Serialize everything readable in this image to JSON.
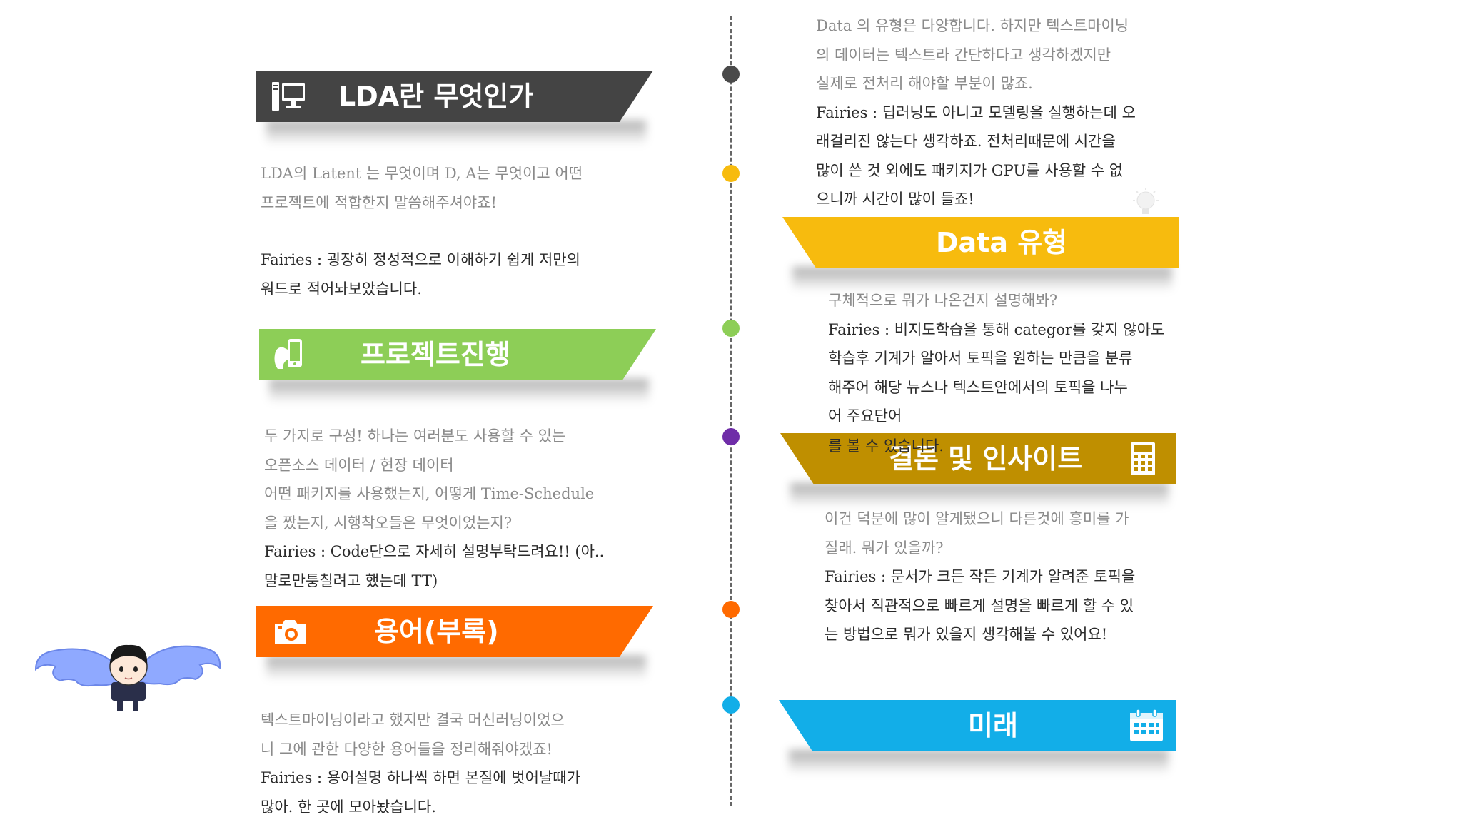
{
  "colors": {
    "dark": "#444444",
    "yellow": "#f7bb0e",
    "green": "#8dce57",
    "purple": "#6f2da8",
    "gold": "#bf8f00",
    "orange": "#ff6a00",
    "blue": "#12aee8"
  },
  "sections": {
    "lda": {
      "title": "LDA란 무엇인가",
      "icon": "desktop-computer-icon",
      "lines": [
        "LDA의 Latent 는 무엇이며 D, A는 무엇이고 어떤",
        "프로젝트에 적합한지 말씀해주셔야죠!",
        "Fairies : 굉장히 정성적으로 이해하기 쉽게 저만의",
        "워드로 적어놔보았습니다."
      ]
    },
    "project": {
      "title": "프로젝트진행",
      "icon": "hand-smartphone-icon",
      "lines": [
        "두 가지로 구성! 하나는 여러분도 사용할 수 있는",
        "오픈소스 데이터 / 현장 데이터",
        "어떤 패키지를 사용했는지, 어떻게 Time-Schedule",
        "을 짰는지, 시행착오들은 무엇이었는지?",
        "Fairies : Code단으로 자세히 설명부탁드려요!! (아..",
        "말로만퉁칠려고 했는데 TT)"
      ]
    },
    "terms": {
      "title": "용어(부록)",
      "icon": "camera-icon",
      "lines": [
        "텍스트마이닝이라고 했지만 결국 머신러닝이었으",
        "니 그에 관한 다양한 용어들을 정리해줘야겠죠!",
        "Fairies : 용어설명 하나씩 하면 본질에 벗어날때가",
        "많아. 한 곳에 모아놨습니다."
      ]
    },
    "data": {
      "title": "Data 유형",
      "icon": "lightbulb-icon",
      "lines": [
        "Data 의 유형은 다양합니다. 하지만 텍스트마이닝",
        "의 데이터는 텍스트라 간단하다고 생각하겠지만",
        "실제로 전처리 해야할 부분이 많죠.",
        "Fairies : 딥러닝도 아니고 모델링을 실행하는데 오",
        "래걸리진 않는다 생각하죠. 전처리때문에 시간을",
        "많이 쓴 것 외에도 패키지가 GPU를 사용할 수 없",
        "으니까 시간이 많이 들죠!"
      ]
    },
    "result": {
      "lines": [
        "구체적으로 뭐가 나온건지 설명해봐?",
        "Fairies : 비지도학습을 통해 categor를 갖지 않아도",
        "학습후 기계가 알아서 토픽을 원하는 만큼을 분류",
        "해주어 해당 뉴스나 텍스트안에서의 토픽을 나누",
        "어 주요단어",
        "를 볼 수 있습니다."
      ]
    },
    "insight": {
      "title": "결론 및 인사이트",
      "icon": "calculator-icon",
      "lines": [
        "이건 덕분에 많이 알게됐으니 다른것에 흥미를 가",
        "질래. 뭐가 있을까?",
        "Fairies : 문서가 크든 작든 기계가 알려준 토픽을",
        "찾아서 직관적으로 빠르게 설명을 빠르게 할 수 있",
        "는 방법으로 뭐가 있을지 생각해볼 수 있어요!"
      ]
    },
    "future": {
      "title": "미래",
      "icon": "calendar-icon"
    }
  },
  "decorations": {
    "mascot": "winged-character-icon"
  }
}
